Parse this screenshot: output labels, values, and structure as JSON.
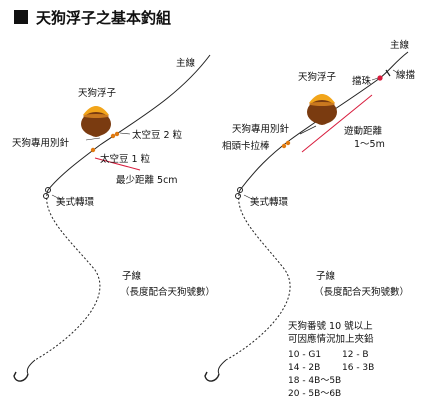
{
  "title": "天狗浮子之基本釣組",
  "colors": {
    "line": "#222222",
    "accent": "#d81b3c",
    "float_top": "#f2a51a",
    "float_body": "#7a3b10",
    "bead": "#e07a10"
  },
  "icons": [
    "title-square-icon",
    "float-icon",
    "hook-icon",
    "swivel-icon"
  ],
  "left_rig": {
    "main_line": "主線",
    "float": "天狗浮子",
    "float_pin": "天狗專用別針",
    "bead2": "太空豆 2 粒",
    "bead1": "太空豆 1 粒",
    "min_distance": "最少距離 5cm",
    "swivel": "美式轉環",
    "leader": "子線",
    "leader_note": "（長度配合天狗號數）"
  },
  "right_rig": {
    "main_line": "主線",
    "float": "天狗浮子",
    "stopper_bead": "擋珠",
    "line_stopper": "線擋",
    "float_pin": "天狗專用別針",
    "bead_adapter": "相頭卡拉棒",
    "float_range": "遊動距離",
    "float_range_value": "1〜5m",
    "swivel": "美式轉環",
    "leader": "子線",
    "leader_note": "（長度配合天狗號數）"
  },
  "sinker_table": {
    "line1": "天狗番號 10 號以上",
    "line2": "可因應情況加上夾鉛",
    "rows": [
      [
        "10 - G1",
        "12 - B"
      ],
      [
        "14 - 2B",
        "16 - 3B"
      ],
      [
        "18 - 4B〜5B",
        ""
      ],
      [
        "20 - 5B〜6B",
        ""
      ]
    ]
  }
}
